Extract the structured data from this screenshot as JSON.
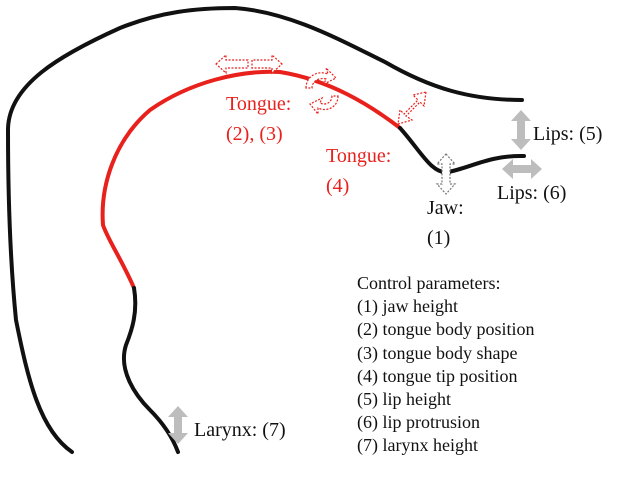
{
  "labels": {
    "tongue_upper_line1": "Tongue:",
    "tongue_upper_line2": "(2), (3)",
    "tongue_tip_line1": "Tongue:",
    "tongue_tip_line2": "(4)",
    "jaw_line1": "Jaw:",
    "jaw_line2": "(1)",
    "lips_height": "Lips: (5)",
    "lips_protrusion": "Lips: (6)",
    "larynx": "Larynx: (7)"
  },
  "legend": {
    "title": "Control parameters:",
    "items": [
      "(1) jaw height",
      "(2) tongue body position",
      "(3) tongue body shape",
      "(4) tongue tip position",
      "(5) lip height",
      "(6) lip protrusion",
      "(7) larynx height"
    ]
  },
  "colors": {
    "outline": "#111111",
    "tongue": "#e8211d",
    "arrow_solid": "#bdbdbd",
    "arrow_dotted": "#e8211d",
    "arrow_dotted_gray": "#777777"
  },
  "icons": {
    "tongue_body_position": "double-arrow-horizontal-dotted-icon",
    "tongue_body_shape": "curved-arrows-dotted-icon",
    "tongue_tip_position": "double-arrow-diagonal-dotted-icon",
    "jaw": "double-arrow-vertical-dotted-icon",
    "lip_height": "double-arrow-vertical-icon",
    "lip_protrusion": "double-arrow-horizontal-icon",
    "larynx": "double-arrow-vertical-icon"
  }
}
